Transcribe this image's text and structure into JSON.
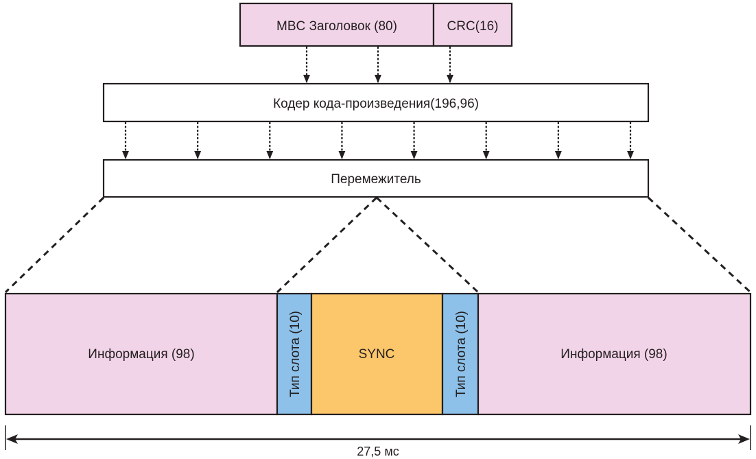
{
  "colors": {
    "pink": "#f2d4e8",
    "blue": "#8dc1ea",
    "orange": "#fcc66a",
    "white": "#ffffff",
    "stroke": "#231f20"
  },
  "header": {
    "mbc_label": "MBC Заголовок (80)",
    "crc_label": "CRC(16)"
  },
  "encoder": {
    "label": "Кодер кода-произведения(196,96)"
  },
  "interleaver": {
    "label": "Перемежитель"
  },
  "burst": {
    "info_left": "Информация (98)",
    "slot_type_left": "Тип слота (10)",
    "sync": "SYNC",
    "slot_type_right": "Тип слота (10)",
    "info_right": "Информация (98)"
  },
  "duration": {
    "label": "27,5 мс"
  },
  "arrows": {
    "header_to_encoder_count": 3,
    "encoder_to_interleaver_count": 8
  }
}
